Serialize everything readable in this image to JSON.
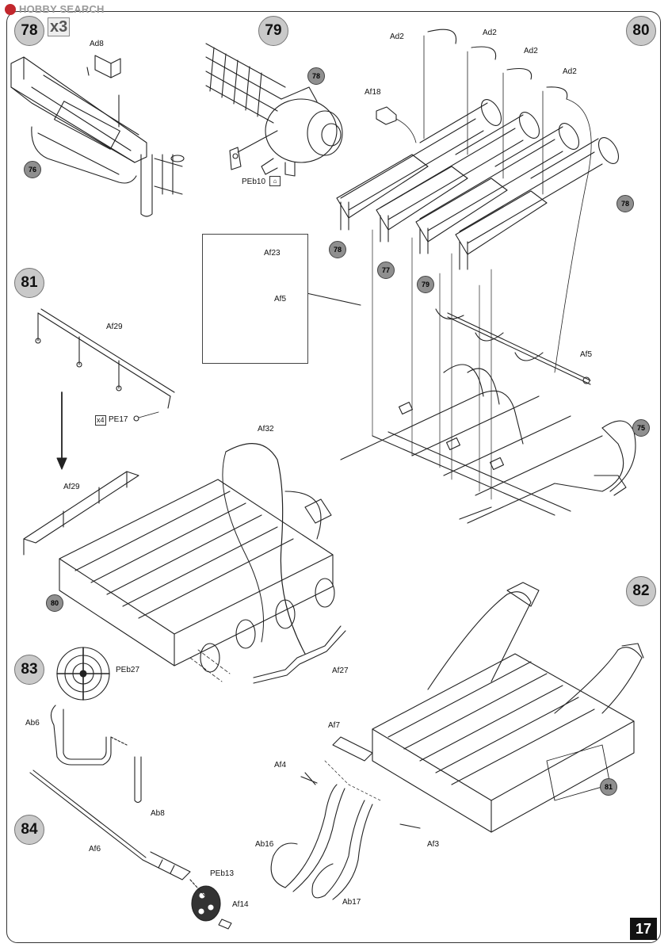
{
  "watermark": "HOBBY SEARCH",
  "page_number": "17",
  "steps": {
    "s78": {
      "number": "78",
      "multiplier": "x3",
      "labels": {
        "ad8": "Ad8"
      },
      "ref": "76"
    },
    "s79": {
      "number": "79",
      "ref": "78",
      "labels": {
        "peb10": "PEb10"
      }
    },
    "s80": {
      "number": "80",
      "labels": {
        "ad2_1": "Ad2",
        "ad2_2": "Ad2",
        "ad2_3": "Ad2",
        "ad2_4": "Ad2",
        "af18": "Af18",
        "af5": "Af5",
        "af23": "Af23",
        "af5_inset": "Af5"
      },
      "refs": {
        "r78a": "78",
        "r78b": "78",
        "r77": "77",
        "r79": "79",
        "r75": "75"
      }
    },
    "s81": {
      "number": "81",
      "labels": {
        "af29a": "Af29",
        "af29b": "Af29",
        "pe17": "PE17",
        "qty": "x4",
        "af32": "Af32",
        "af27": "Af27"
      },
      "ref": "80"
    },
    "s82": {
      "number": "82",
      "labels": {
        "af7": "Af7",
        "af4": "Af4",
        "af3": "Af3",
        "ab16": "Ab16",
        "ab17": "Ab17"
      },
      "ref": "81"
    },
    "s83": {
      "number": "83",
      "labels": {
        "peb27": "PEb27",
        "ab6": "Ab6",
        "ab8": "Ab8"
      }
    },
    "s84": {
      "number": "84",
      "labels": {
        "af6": "Af6",
        "peb13": "PEb13",
        "af14": "Af14"
      }
    }
  }
}
